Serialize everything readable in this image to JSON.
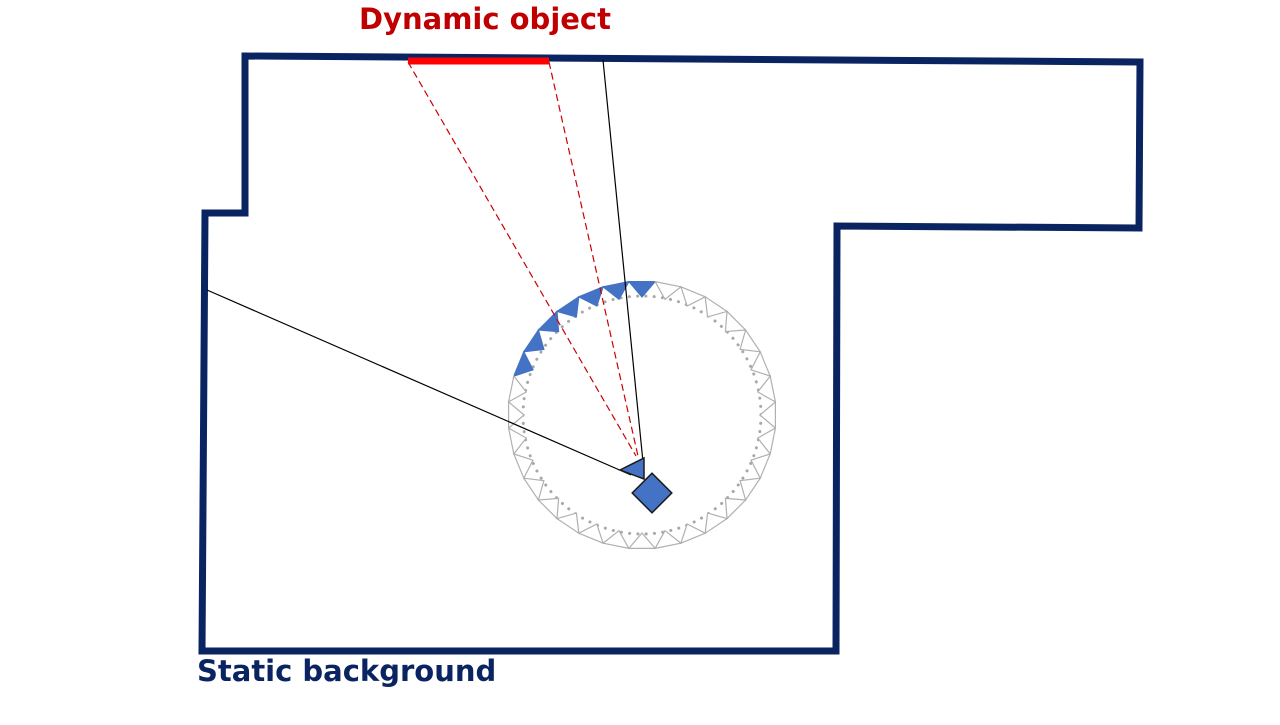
{
  "labels": {
    "dynamic_object": "Dynamic object",
    "static_background": "Static background"
  },
  "colors": {
    "room_outline": "#0a2461",
    "dynamic_object": "#ff0000",
    "dynamic_label": "#c00000",
    "static_label": "#0a2461",
    "sensor_fill": "#4472c4",
    "sensor_outline": "#1a1a1a",
    "ray_dynamic": "#cc0000",
    "ray_static": "#000000",
    "ring_inactive": "#b0b0b0",
    "ring_dots": "#a8a8a8"
  },
  "sensor_ring": {
    "beam_count": 32,
    "active_beams": [
      0,
      1,
      2,
      3,
      4,
      5,
      6
    ]
  }
}
